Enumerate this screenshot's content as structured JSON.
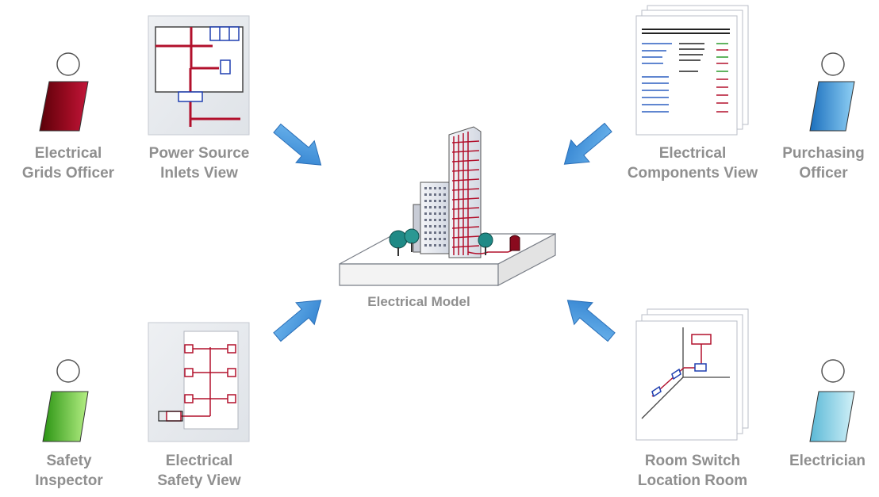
{
  "center": {
    "label": "Electrical Model"
  },
  "roles": [
    {
      "id": "electrical-grids-officer",
      "lines": [
        "Electrical",
        "Grids Officer"
      ],
      "color_top": "#b2102c",
      "color_bottom": "#5a0008"
    },
    {
      "id": "purchasing-officer",
      "lines": [
        "Purchasing",
        "Officer"
      ],
      "color_top": "#8fcff5",
      "color_bottom": "#1f7fc8"
    },
    {
      "id": "safety-inspector",
      "lines": [
        "Safety",
        "Inspector"
      ],
      "color_top": "#a9e87a",
      "color_bottom": "#2e9a16"
    },
    {
      "id": "electrician",
      "lines": [
        "Electrician"
      ],
      "color_top": "#c6ecf5",
      "color_bottom": "#5bb9d8"
    }
  ],
  "views": [
    {
      "id": "power-source-inlets-view",
      "lines": [
        "Power Source",
        "Inlets View"
      ]
    },
    {
      "id": "electrical-components-view",
      "lines": [
        "Electrical",
        "Components View"
      ]
    },
    {
      "id": "electrical-safety-view",
      "lines": [
        "Electrical",
        "Safety View"
      ]
    },
    {
      "id": "room-switch-location-room",
      "lines": [
        "Room Switch",
        "Location Room"
      ]
    }
  ],
  "colors": {
    "arrow": "#3d8fd8",
    "wire_red": "#b2102c",
    "wire_blue": "#1f3fb0",
    "text_gray": "#8f8f8f",
    "tree": "#1f8a86"
  }
}
